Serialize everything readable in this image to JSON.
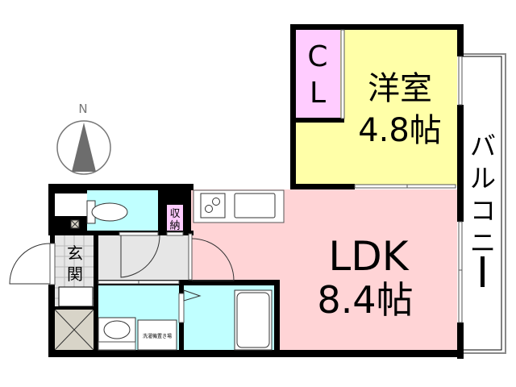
{
  "compass": {
    "label": "N"
  },
  "rooms": {
    "western_room": {
      "name": "洋室",
      "size": "4.8帖",
      "color": "#ffffa8"
    },
    "closet": {
      "letter1": "C",
      "letter2": "L",
      "color": "#ffccff"
    },
    "ldk": {
      "name": "LDK",
      "size": "8.4帖",
      "color": "#ffd4d6"
    },
    "balcony": {
      "name": "バルコニー"
    },
    "storage": {
      "name": "収納",
      "color": "#ffccff"
    },
    "entrance": {
      "name": "玄関"
    },
    "washer": {
      "name": "洗濯機置き場"
    },
    "toilet": {
      "color": "#c0ffff"
    },
    "bath": {
      "color": "#c0ffff"
    },
    "hall": {
      "color": "#e6e6e6"
    },
    "shoebox": {
      "color": "#d8d4c8"
    }
  },
  "colors": {
    "wall": "#000000",
    "door_line": "#333333"
  }
}
